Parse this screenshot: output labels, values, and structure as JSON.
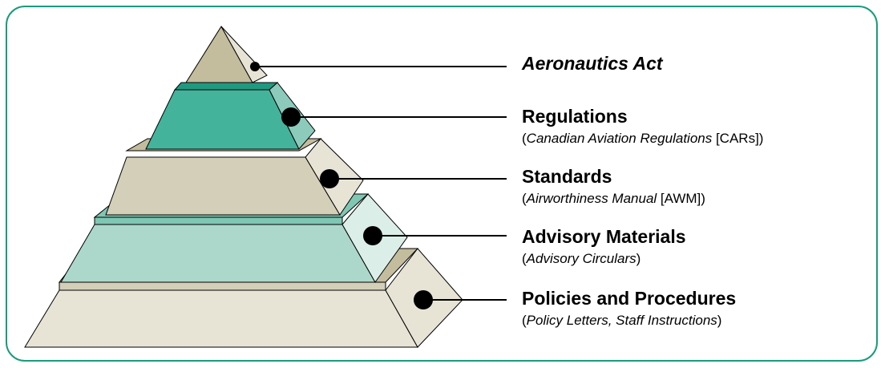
{
  "colors": {
    "border": "#1a9b7c",
    "tan_front": "#e7e4d6",
    "tan_mid": "#d4cfb8",
    "tan_dark": "#c3bc9d",
    "teal_dark_front": "#44b39b",
    "teal_dark_side": "#8ccabb",
    "teal_dark_top": "#1f9a80",
    "teal_light_front": "#acd8cb",
    "teal_light_side": "#dbeee8",
    "teal_light_top": "#7fc6b3",
    "outline": "#000000"
  },
  "levels": [
    {
      "id": "act",
      "title": "Aeronautics Act",
      "title_italic": true,
      "subtitle": null
    },
    {
      "id": "reg",
      "title": "Regulations",
      "title_italic": false,
      "subtitle": {
        "open": "(",
        "italic": "Canadian Aviation Regulations",
        "plain": " [CARs])"
      }
    },
    {
      "id": "std",
      "title": "Standards",
      "title_italic": false,
      "subtitle": {
        "open": "(",
        "italic": "Airworthiness Manual",
        "plain": " [AWM])"
      }
    },
    {
      "id": "adv",
      "title": "Advisory Materials",
      "title_italic": false,
      "subtitle": {
        "open": "(",
        "italic": "Advisory Circulars",
        "plain": ")"
      }
    },
    {
      "id": "pol",
      "title": "Policies and Procedures",
      "title_italic": false,
      "subtitle": {
        "open": "(",
        "italic": "Policy Letters, Staff Instructions",
        "plain": ")"
      }
    }
  ]
}
